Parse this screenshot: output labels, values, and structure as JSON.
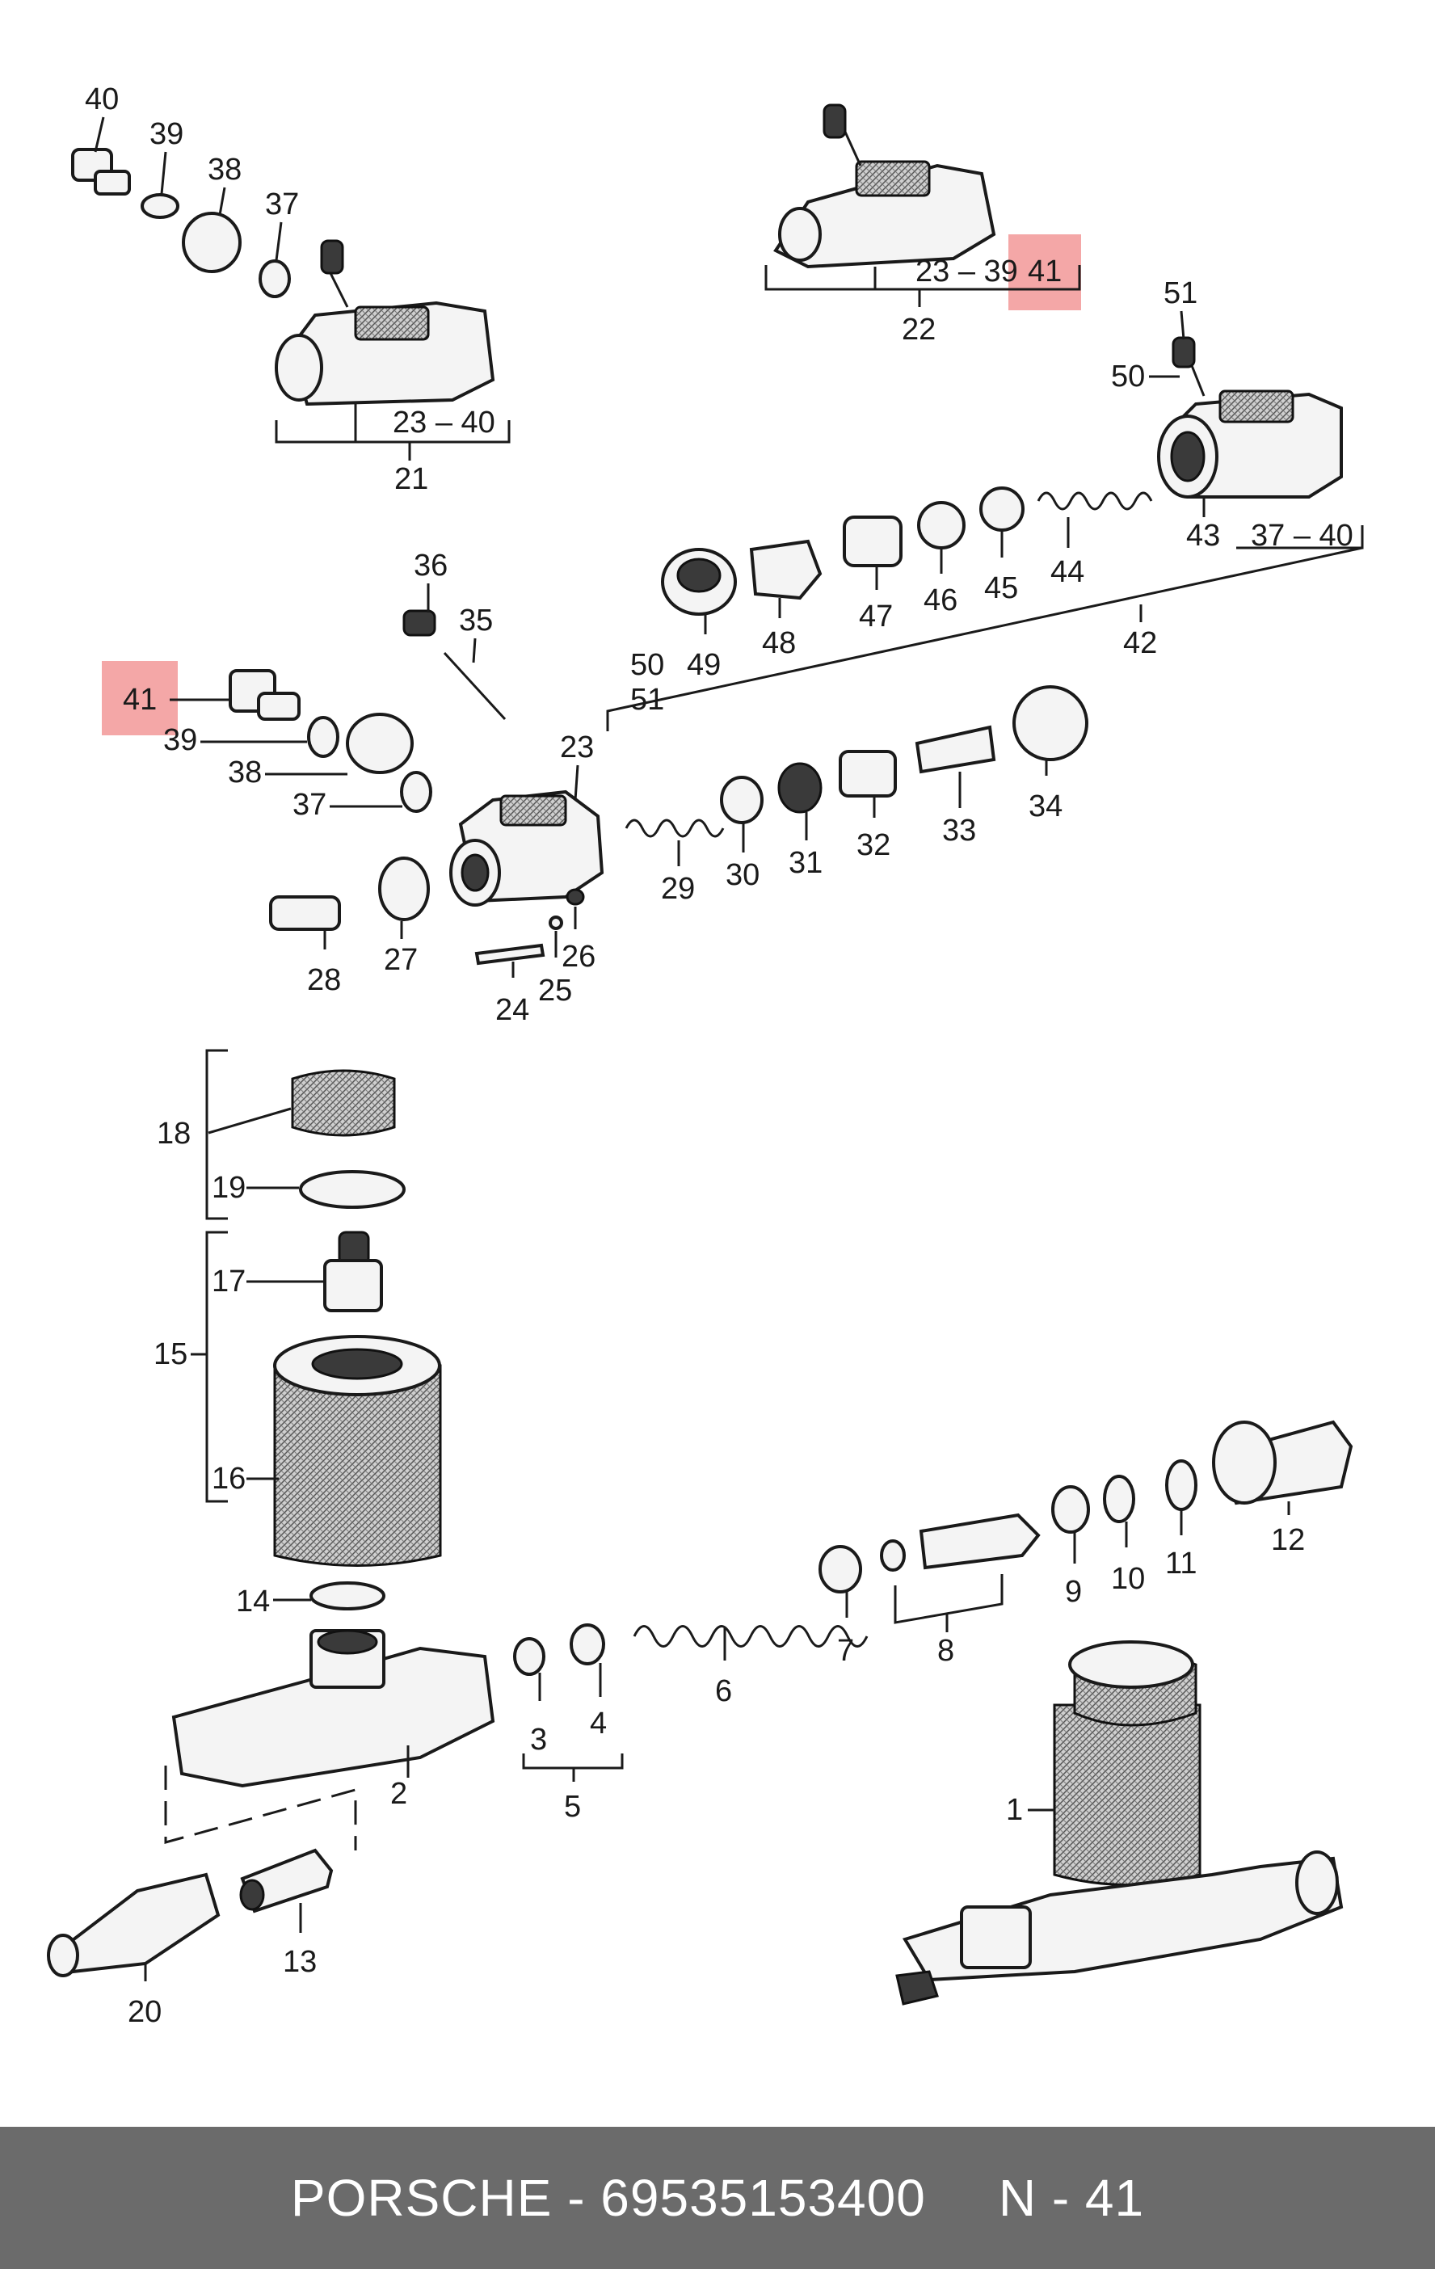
{
  "labels": {
    "n1": "1",
    "n2": "2",
    "n3": "3",
    "n4": "4",
    "n5": "5",
    "n6": "6",
    "n7": "7",
    "n8": "8",
    "n9": "9",
    "n10": "10",
    "n11": "11",
    "n12": "12",
    "n13": "13",
    "n14": "14",
    "n15": "15",
    "n16": "16",
    "n17": "17",
    "n18": "18",
    "n19": "19",
    "n20": "20",
    "n21": "21",
    "n22": "22",
    "n23": "23",
    "n24": "24",
    "n25": "25",
    "n26": "26",
    "n27": "27",
    "n28": "28",
    "n29": "29",
    "n30": "30",
    "n31": "31",
    "n32": "32",
    "n33": "33",
    "n34": "34",
    "n35": "35",
    "n36": "36",
    "n37": "37",
    "n37b": "37",
    "n38": "38",
    "n38b": "38",
    "n39": "39",
    "n39b": "39",
    "n40": "40",
    "n41a": "41",
    "n41b": "41",
    "n42": "42",
    "n43": "43",
    "n44": "44",
    "n45": "45",
    "n46": "46",
    "n47": "47",
    "n48": "48",
    "n49": "49",
    "n50a": "50",
    "n50b": "50",
    "n51a": "51",
    "n51b": "51",
    "r2340": "23 – 40",
    "r2339": "23 – 39",
    "r3740": "37 – 40"
  },
  "footer": {
    "brand_part": "PORSCHE - 69535153400",
    "ref": "N - 41"
  },
  "highlight_color": "#f08a8a"
}
